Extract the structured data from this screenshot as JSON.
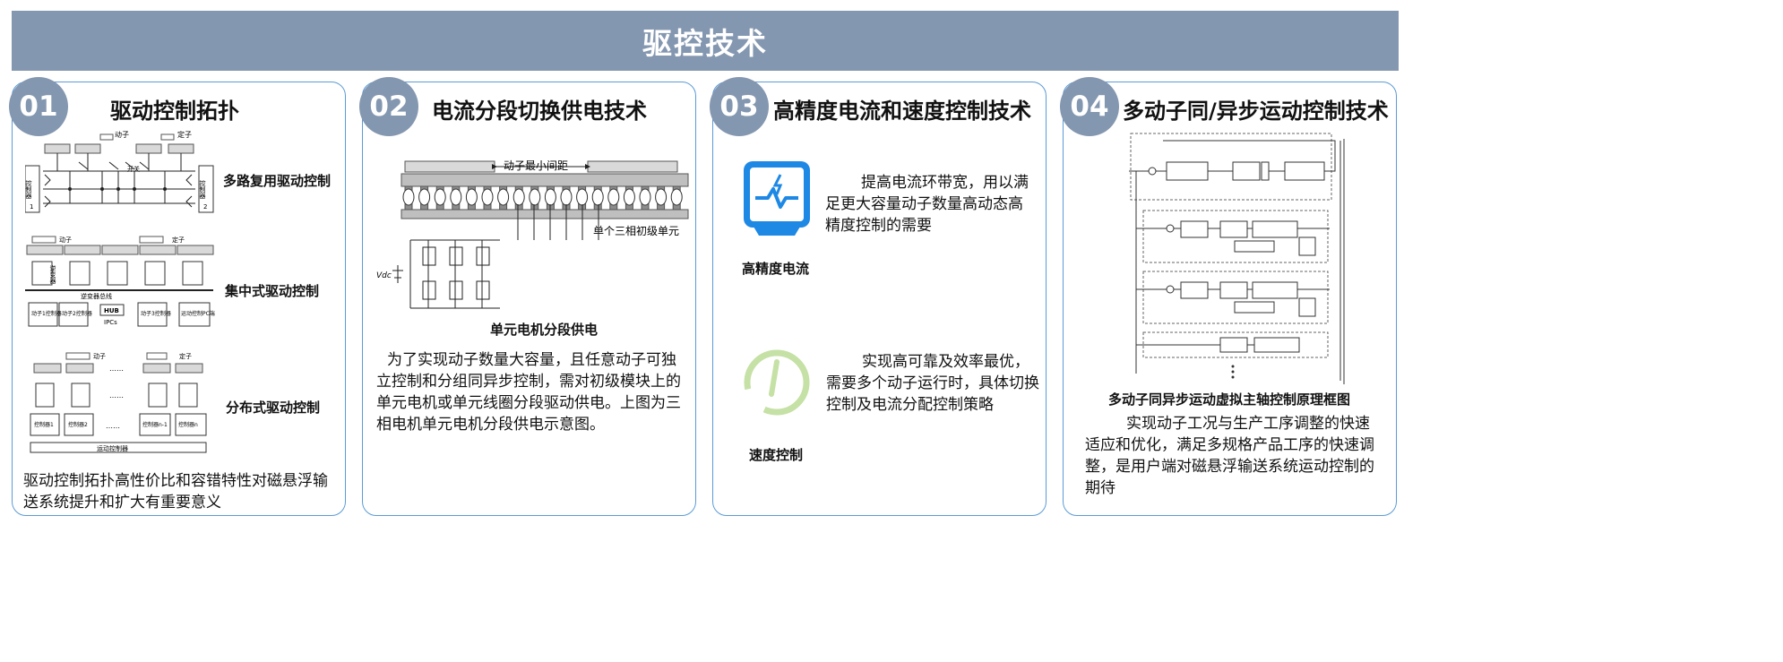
{
  "header": {
    "title": "驱控技术"
  },
  "cards": [
    {
      "number": "01",
      "title": "驱动控制拓扑",
      "diagram_labels": {
        "mover": "动子",
        "stator": "定子",
        "switch": "开关",
        "controller": "控制器",
        "n1": "1",
        "n2": "2",
        "inverter": "逆变器",
        "inverter_bus": "逆变器总线",
        "ctrl1": "动子1控制器",
        "ctrl2": "动子2控制器",
        "ctrl3": "动子3控制器",
        "hub": "HUB",
        "ipc": "IPCs",
        "motion_pc": "运动控制PC端",
        "c1": "控制器1",
        "c2": "控制器2",
        "cn1": "控制器n-1",
        "cn": "控制器n",
        "ellipsis": "……",
        "motion_ctrl": "运动控制器"
      },
      "labels": [
        "多路复用驱动控制",
        "集中式驱动控制",
        "分布式驱动控制"
      ],
      "body": "驱动控制拓扑高性价比和容错特性对磁悬浮输送系统提升和扩大有重要意义"
    },
    {
      "number": "02",
      "title": "电流分段切换供电技术",
      "diagram_labels": {
        "min_distance": "动子最小间距",
        "unit": "单个三相初级单元",
        "vdc": "Vdc"
      },
      "caption": "单元电机分段供电",
      "body": "为了实现动子数量大容量，且任意动子可独立控制和分组同异步控制，需对初级模块上的单元电机或单元线圈分段驱动供电。上图为三相电机单元电机分段供电示意图。"
    },
    {
      "number": "03",
      "title": "高精度电流和速度控制技术",
      "items": [
        {
          "label": "高精度电流",
          "text": "提高电流环带宽，用以满足更大容量动子数量高动态高精度控制的需要",
          "icon": "current-waveform-icon",
          "color": "#1e88e5"
        },
        {
          "label": "速度控制",
          "text": "实现高可靠及效率最优，需要多个动子运行时，具体切换控制及电流分配控制策略",
          "icon": "speedometer-icon",
          "color": "#c5e1a5"
        }
      ]
    },
    {
      "number": "04",
      "title": "多动子同/异步运动控制技术",
      "caption": "多动子同异步运动虚拟主轴控制原理框图",
      "body": "实现动子工况与生产工序调整的快速适应和优化，满足多规格产品工序的快速调整，是用户端对磁悬浮输送系统运动控制的期待"
    }
  ],
  "colors": {
    "banner": "#8497b0",
    "border": "#5b9bd5",
    "badge": "#8497b0"
  }
}
